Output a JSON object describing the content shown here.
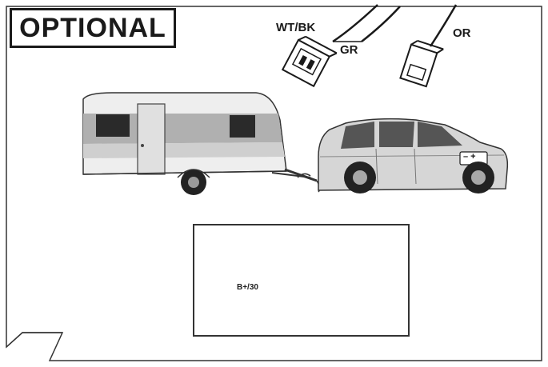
{
  "title": "OPTIONAL",
  "connectors": {
    "left_label_a": "WT/BK",
    "left_label_b": "GR",
    "right_label": "OR"
  },
  "battery_panel": {
    "terminal_label": "B+/30"
  },
  "car_battery_symbol": "– +",
  "colors": {
    "outline": "#1a1a1a",
    "body_gray": "#c8c8c8",
    "stripe_gray": "#9a9a9a"
  }
}
